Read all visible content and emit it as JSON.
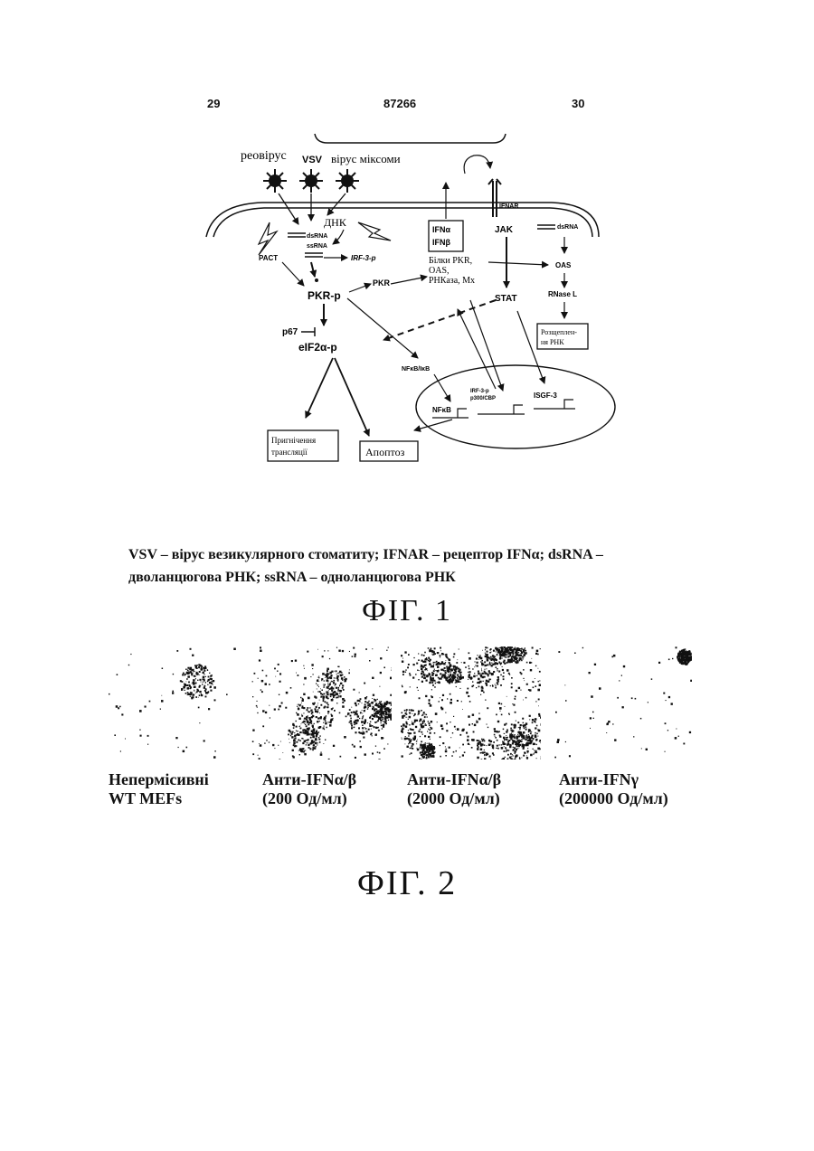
{
  "header": {
    "page_left": "29",
    "patent_no": "87266",
    "page_right": "30"
  },
  "figure1": {
    "viruses": [
      "реовірус",
      "VSV",
      "вірус міксоми"
    ],
    "labels": {
      "dnk": "ДНК",
      "dsrna": "dsRNA",
      "ssrna": "ssRNA",
      "irf3p": "IRF-3-p",
      "pact": "PACT",
      "pkrp": "PKR-p",
      "pkr": "PKR",
      "p67": "p67",
      "eif2ap": "eIF2α-p",
      "ifna": "IFNα",
      "ifnb": "IFNβ",
      "proteins_line1": "Білки  PKR,",
      "proteins_line2": "OAS,",
      "proteins_line3": "РНКаза, Mx",
      "ifnar": "IFNAR",
      "jak": "JAK",
      "stat": "STAT",
      "dsrna_right": "dsRNA",
      "oas": "OAS",
      "rnase_l": "RNase L",
      "rozsh1": "Розщеплен-",
      "rozsh2": "ня РНК",
      "nfkb_ikb": "NFκB/IκB",
      "irf3p_nuc": "IRF-3-p",
      "p300": "p300/CBP",
      "isgf3": "ISGF-3",
      "nfkb": "NFκB",
      "pryhn1": "Пригнічення",
      "pryhn2": "трансляції",
      "apoptoz": "Апоптоз"
    },
    "legend": "VSV – вірус везикулярного стоматиту; IFNAR – рецептор IFNα; dsRNA – дволанцюгова РНК; ssRNA – одноланцюгова РНК",
    "caption": "ФІГ. 1"
  },
  "figure2": {
    "panels": [
      {
        "label_line1": "Непермісивні",
        "label_line2": "WT MEFs",
        "density": 0.04
      },
      {
        "label_line1": "Анти-IFNα/β",
        "label_line2": "(200 Од/мл)",
        "density": 0.35
      },
      {
        "label_line1": "Анти-IFNα/β",
        "label_line2": "(2000 Од/мл)",
        "density": 0.75
      },
      {
        "label_line1": "Анти-IFNγ",
        "label_line2": "(200000 Од/мл)",
        "density": 0.08
      }
    ],
    "caption": "ФІГ. 2"
  }
}
